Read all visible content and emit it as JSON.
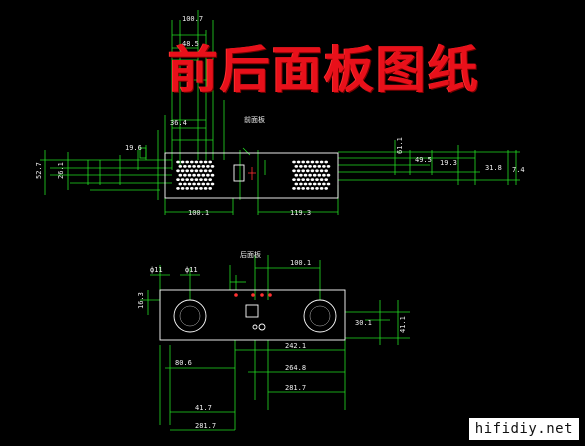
{
  "title": "前后面板图纸",
  "watermark": "hifidiy.net",
  "colors": {
    "background": "#000000",
    "title": "#e8101a",
    "dimension_lines": "#22dd22",
    "outline": "#ffffff",
    "marks": "#ff3030"
  },
  "front_panel": {
    "label": "前面板",
    "dims": {
      "top_1": "100.7",
      "top_2": "48.5",
      "top_3": "36.4",
      "left_1": "52.7",
      "left_2": "26.1",
      "left_3": "19.6",
      "right_1": "19.3",
      "right_2": "49.5",
      "right_3": "61.1",
      "right_4": "31.8",
      "right_5": "7.4",
      "bottom_1": "100.1",
      "bottom_2": "119.3"
    }
  },
  "rear_panel": {
    "label": "后面板",
    "dims": {
      "top_1": "ф11",
      "top_2": "ф11",
      "top_3": "100.1",
      "left_1": "16.3",
      "left_2": "80.6",
      "right_1": "41.1",
      "right_2": "30.1",
      "bottom_1": "242.1",
      "bottom_2": "264.8",
      "bottom_3": "281.7",
      "bottom_4": "41.7",
      "bottom_5": "281.7"
    }
  }
}
